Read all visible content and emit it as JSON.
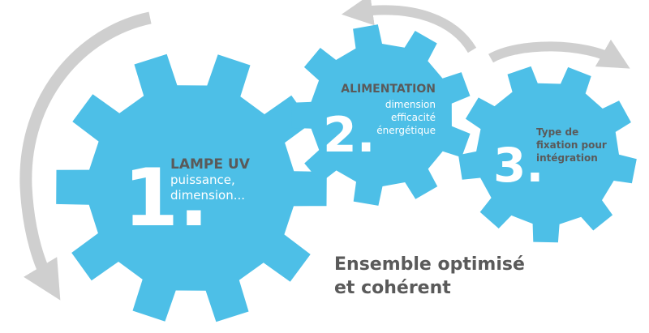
{
  "colors": {
    "gear": "#4dbfe7",
    "arrow": "#cfcfcf",
    "text": "#5a5a5a"
  },
  "gears": [
    {
      "number": "1.",
      "heading": "LAMPE UV",
      "lines": [
        "puissance,",
        "dimension..."
      ]
    },
    {
      "number": "2.",
      "heading": "ALIMENTATION",
      "lines": [
        "dimension",
        "efficacité",
        "énergétique"
      ]
    },
    {
      "number": "3.",
      "heading": "",
      "lines": [
        "Type de",
        "fixation pour",
        "intégration"
      ]
    }
  ],
  "summary": {
    "line1": "Ensemble optimisé",
    "line2": "et cohérent"
  }
}
